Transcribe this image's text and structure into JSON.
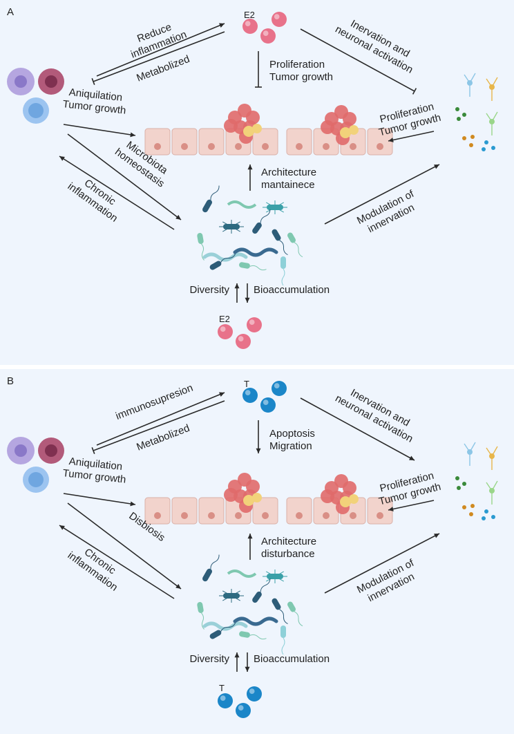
{
  "panel_a": {
    "letter": "A",
    "hormone": "E2",
    "hormone_bottom": "E2",
    "hormone_color": "#e8728a",
    "top_left_upper": [
      "Reduce",
      "inflammation"
    ],
    "top_left_lower": "Metabolized",
    "top_right": [
      "Inervation and",
      "neuronal activation"
    ],
    "center_top": [
      "Proliferation",
      "Tumor growth"
    ],
    "left_mid": [
      "Aniquilation",
      "Tumor growth"
    ],
    "right_mid": [
      "Proliferation",
      "Tumor growth"
    ],
    "left_diag_upper": [
      "Microbiota",
      "homeostasis"
    ],
    "left_diag_lower": [
      "Chronic",
      "inflammation"
    ],
    "center_mid": [
      "Architecture",
      "mantainece"
    ],
    "right_bottom": [
      "Modulation of",
      "innervation"
    ],
    "diversity": "Diversity",
    "bioaccumulation": "Bioaccumulation"
  },
  "panel_b": {
    "letter": "B",
    "hormone": "T",
    "hormone_bottom": "T",
    "hormone_color": "#1b86c8",
    "top_left_upper": [
      "immunosupresion"
    ],
    "top_left_lower": "Metabolized",
    "top_right": [
      "Inervation and",
      "neuronal activation"
    ],
    "center_top": [
      "Apoptosis",
      "Migration"
    ],
    "left_mid": [
      "Aniquilation",
      "Tumor growth"
    ],
    "right_mid": [
      "Proliferation",
      "Tumor growth"
    ],
    "left_diag_upper": [
      "Disbiosis"
    ],
    "left_diag_lower": [
      "Chronic",
      "inflammation"
    ],
    "center_mid": [
      "Architecture",
      "disturbance"
    ],
    "right_bottom": [
      "Modulation of",
      "innervation"
    ],
    "diversity": "Diversity",
    "bioaccumulation": "Bioaccumulation"
  },
  "colors": {
    "panel_bg": "#eff5fd",
    "epithelium": "#f2d3cc",
    "tumor": "#e06a6a",
    "immune_purple": "#b5a6e0",
    "immune_red": "#b25a7a",
    "immune_blue": "#9cc4f0",
    "bacteria_teal": "#3aa0a8",
    "bacteria_dark": "#2d5c78"
  },
  "icons": [
    "immune-cells-icon",
    "epithelium-icon",
    "tumor-icon",
    "neurons-icon",
    "microbiota-icon",
    "hormone-molecules-icon"
  ]
}
